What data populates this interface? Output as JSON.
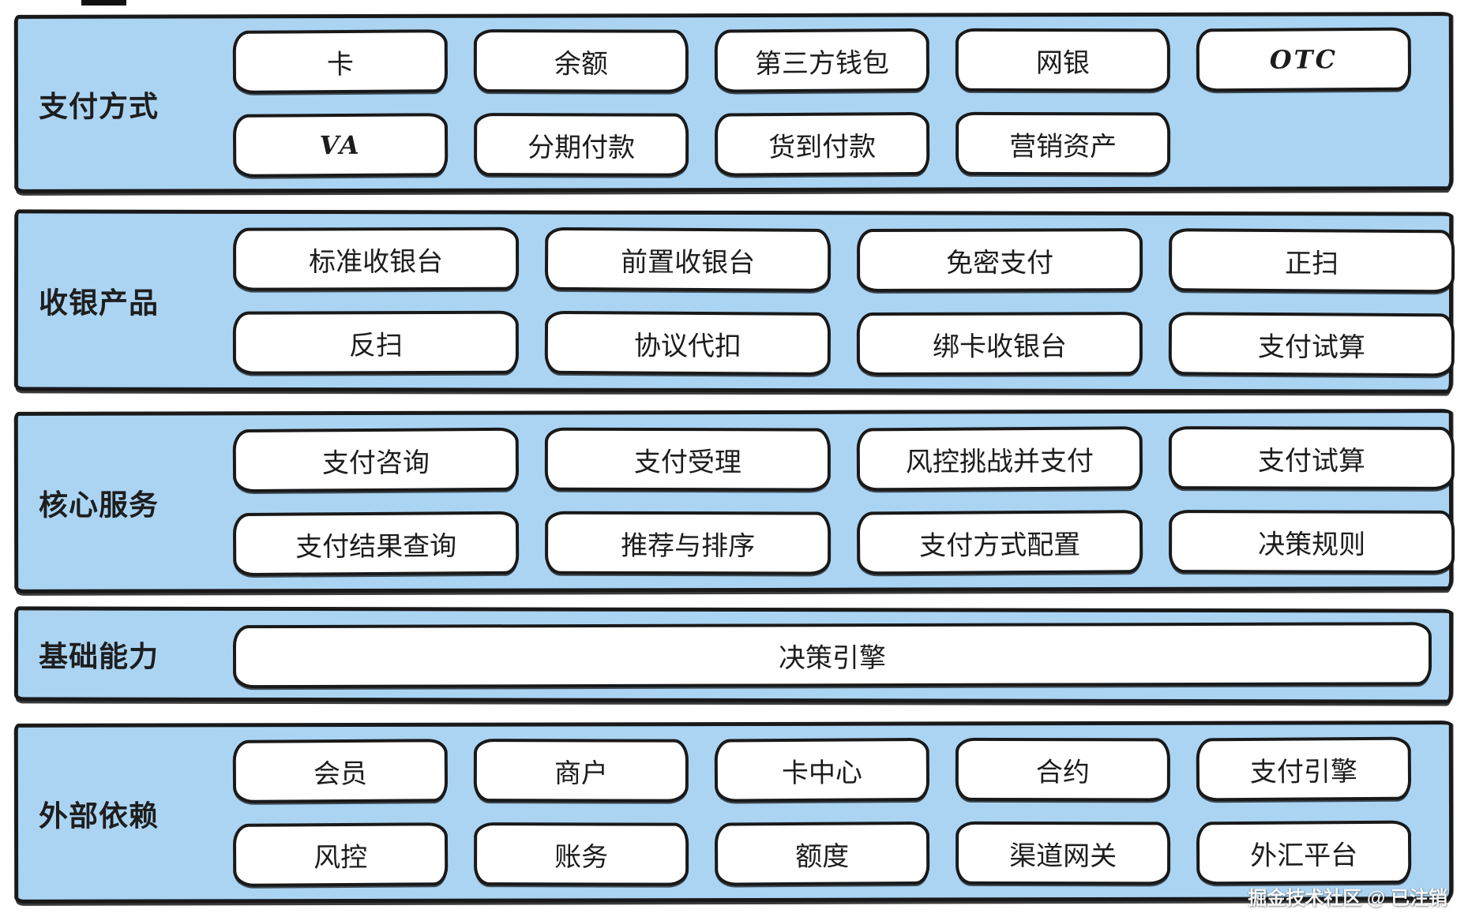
{
  "diagram": {
    "layers": [
      {
        "label": "支付方式",
        "rows": [
          [
            "卡",
            "余额",
            "第三方钱包",
            "网银",
            "OTC"
          ],
          [
            "VA",
            "分期付款",
            "货到付款",
            "营销资产"
          ]
        ]
      },
      {
        "label": "收银产品",
        "rows": [
          [
            "标准收银台",
            "前置收银台",
            "免密支付",
            "正扫"
          ],
          [
            "反扫",
            "协议代扣",
            "绑卡收银台",
            "支付试算"
          ]
        ]
      },
      {
        "label": "核心服务",
        "rows": [
          [
            "支付咨询",
            "支付受理",
            "风控挑战并支付",
            "支付试算"
          ],
          [
            "支付结果查询",
            "推荐与排序",
            "支付方式配置",
            "决策规则"
          ]
        ]
      },
      {
        "label": "基础能力",
        "rows": [
          [
            "决策引擎"
          ]
        ]
      },
      {
        "label": "外部依赖",
        "rows": [
          [
            "会员",
            "商户",
            "卡中心",
            "合约",
            "支付引擎"
          ],
          [
            "风控",
            "账务",
            "额度",
            "渠道网关",
            "外汇平台"
          ]
        ]
      }
    ]
  },
  "watermark": "掘金技术社区 @ 已注销",
  "colors": {
    "band_fill": "#abd4f3",
    "stroke": "#191919",
    "box_fill": "#ffffff",
    "watermark_text": "#ffffff"
  }
}
